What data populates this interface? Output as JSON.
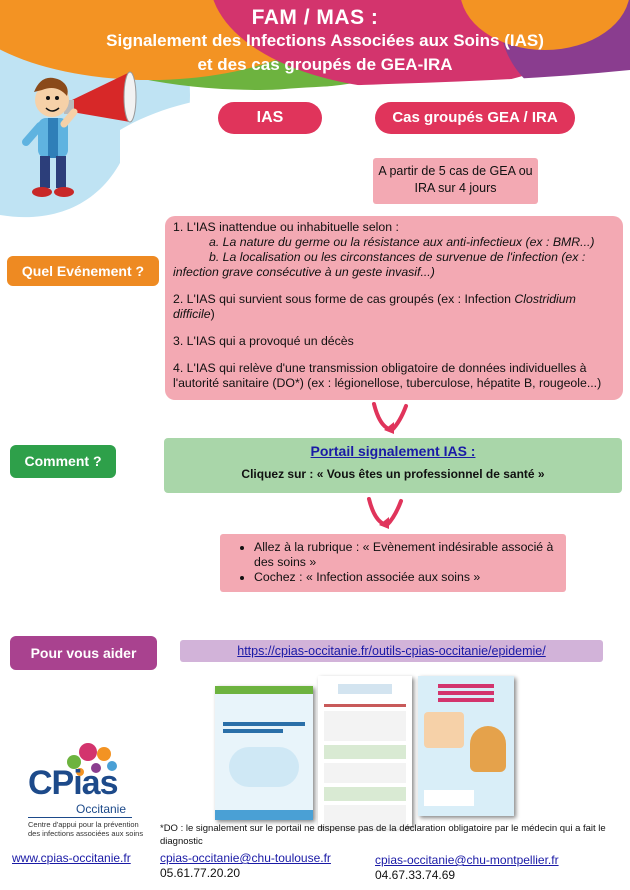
{
  "header": {
    "line1": "FAM / MAS :",
    "line2": "Signalement des Infections Associées aux Soins (IAS)",
    "line3": "et des cas groupés de GEA-IRA"
  },
  "tabs": {
    "ias": "IAS",
    "gea": "Cas groupés GEA / IRA"
  },
  "gea_box": {
    "line1": "A partir de 5 cas de GEA ou",
    "line2": "IRA sur 4 jours"
  },
  "sections": {
    "quel": "Quel Evénement ?",
    "comment": "Comment ?",
    "aider": "Pour vous aider"
  },
  "event_box": {
    "item1": "1. L'IAS inattendue ou inhabituelle selon :",
    "item1a": "a. La nature du germe ou la résistance aux anti-infectieux (ex : BMR...)",
    "item1b": "b. La localisation ou les circonstances de survenue de l'infection (ex : infection grave consécutive à un geste invasif...)",
    "item2_pre": "2. L'IAS qui survient sous forme de cas groupés (ex : Infection ",
    "item2_it": "Clostridium difficile",
    "item2_post": ")",
    "item3": "3. L'IAS qui a provoqué un décès",
    "item4": "4. L'IAS qui relève d'une transmission obligatoire de données individuelles à l'autorité sanitaire (DO*) (ex : légionellose, tuberculose, hépatite B, rougeole...)"
  },
  "portal": {
    "title": "Portail signalement IAS :",
    "instruction": "Cliquez sur : « Vous êtes un professionnel de santé »"
  },
  "steps": [
    "Allez à la rubrique : « Evènement indésirable associé à des soins »",
    "Cochez : « Infection associée aux soins »"
  ],
  "help_link": "https://cpias-occitanie.fr/outils-cpias-occitanie/epidemie/",
  "logo": {
    "name": "CPias",
    "region": "Occitanie",
    "tagline1": "Centre d'appui pour la prévention",
    "tagline2": "des infections associées aux soins"
  },
  "footnote": "*DO : le signalement sur le portail ne dispense pas de la déclaration obligatoire par le médecin qui a fait le diagnostic",
  "footer": {
    "website": "www.cpias-occitanie.fr",
    "email1": "cpias-occitanie@chu-toulouse.fr",
    "phone1": "05.61.77.20.20",
    "email2": "cpias-occitanie@chu-montpellier.fr",
    "phone2": "04.67.33.74.69"
  },
  "colors": {
    "pink": "#f3a9b3",
    "red": "#e0345b",
    "orange": "#ee8a22",
    "green": "#2ea04a",
    "purple": "#a9428f",
    "green_box": "#a9d6a9",
    "purple_bar": "#d2b3d9"
  }
}
